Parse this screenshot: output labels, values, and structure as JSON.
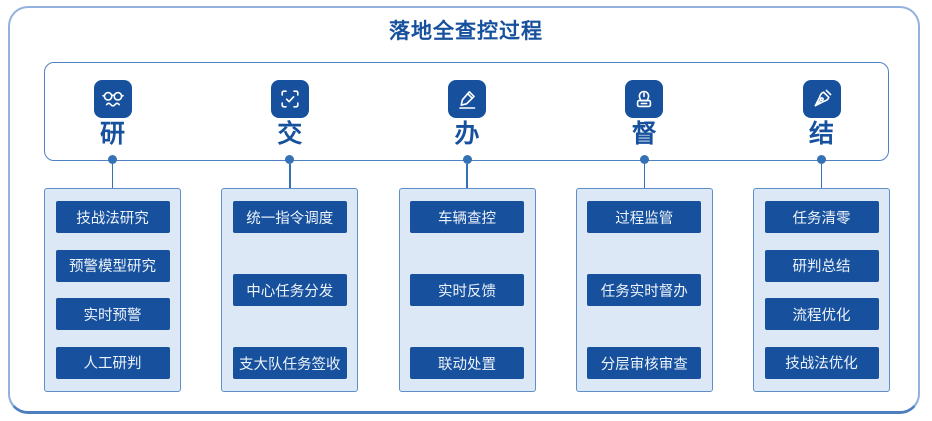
{
  "title": "落地全查控过程",
  "colors": {
    "accent": "#17519E",
    "panel_bg": "#DCE8F6",
    "panel_border": "#5E8FCB",
    "inner_frame_border": "#4E82C4",
    "outer_frame_border": "#92B2DD",
    "connector": "#3571B5",
    "chip_text": "#EDF3FA"
  },
  "phases": [
    {
      "label": "研",
      "icon": "glasses-icon",
      "items": [
        "技战法研究",
        "预警模型研究",
        "实时预警",
        "人工研判"
      ]
    },
    {
      "label": "交",
      "icon": "scan-check-icon",
      "items": [
        "统一指令调度",
        "中心任务分发",
        "支大队任务签收"
      ]
    },
    {
      "label": "办",
      "icon": "pencil-icon",
      "items": [
        "车辆查控",
        "实时反馈",
        "联动处置"
      ]
    },
    {
      "label": "督",
      "icon": "stamp-icon",
      "items": [
        "过程监管",
        "任务实时督办",
        "分层审核审查"
      ]
    },
    {
      "label": "结",
      "icon": "pen-nib-icon",
      "items": [
        "任务清零",
        "研判总结",
        "流程优化",
        "技战法优化"
      ]
    }
  ]
}
